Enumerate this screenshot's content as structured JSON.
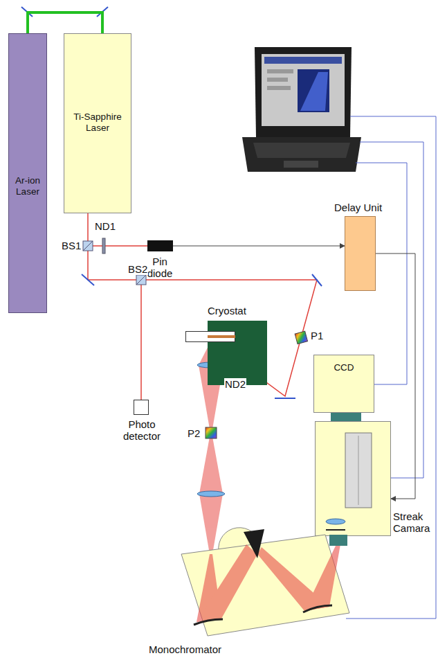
{
  "diagram": {
    "nodes": [
      {
        "text": [
          "Ar-ion Laser"
        ]
      },
      {
        "text": [
          "Ti-Sapphire Laser"
        ]
      },
      {
        "text": [
          "Pin diode"
        ]
      },
      {
        "text": [
          "Delay Unit"
        ]
      },
      {
        "text": [
          "Photo detector"
        ]
      },
      {
        "text": [
          "Cryostat"
        ]
      },
      {
        "text": [
          "CCD"
        ]
      },
      {
        "text": [
          "Streak Camara"
        ]
      },
      {
        "text": [
          "Monochromator"
        ]
      }
    ],
    "edges": [
      {
        "from": 0,
        "to": 1,
        "arrow": "none"
      },
      {
        "from": 2,
        "to": 3,
        "arrow": "to"
      },
      {
        "from": 3,
        "to": 7,
        "arrow": "to"
      }
    ],
    "labels": [
      "BS1",
      "ND1",
      "BS2",
      "ND2",
      "P1",
      "P2"
    ]
  }
}
